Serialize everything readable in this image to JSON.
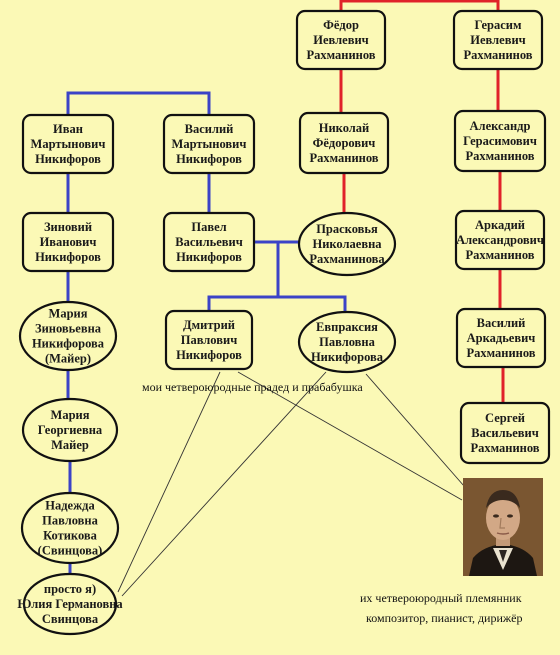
{
  "colors": {
    "background": "#fbf9b6",
    "node_fill": "#fbf9b6",
    "node_border": "#111111",
    "nikiforov_line": "#3b43c7",
    "rakhmaninov_line": "#e0222a",
    "pointer_line": "#333333"
  },
  "people": {
    "fedor": {
      "lines": [
        "Фёдор",
        "Иевлевич",
        "Рахманинов"
      ]
    },
    "gerasim": {
      "lines": [
        "Герасим",
        "Иевлевич",
        "Рахманинов"
      ]
    },
    "ivan": {
      "lines": [
        "Иван",
        "Мартынович",
        "Никифоров"
      ]
    },
    "vasily_m": {
      "lines": [
        "Василий",
        "Мартынович",
        "Никифоров"
      ]
    },
    "nikolai": {
      "lines": [
        "Николай",
        "Фёдорович",
        "Рахманинов"
      ]
    },
    "alexander": {
      "lines": [
        "Александр",
        "Герасимович",
        "Рахманинов"
      ]
    },
    "zinovy": {
      "lines": [
        "Зиновий",
        "Иванович",
        "Никифоров"
      ]
    },
    "pavel": {
      "lines": [
        "Павел",
        "Васильевич",
        "Никифоров"
      ]
    },
    "praskovya": {
      "lines": [
        "Прасковья",
        "Николаевна",
        "Рахманинова"
      ]
    },
    "arkady": {
      "lines": [
        "Аркадий",
        "Александрович",
        "Рахманинов"
      ]
    },
    "maria_z": {
      "lines": [
        "Мария",
        "Зиновьевна",
        "Никифорова",
        "(Майер)"
      ]
    },
    "dmitry": {
      "lines": [
        "Дмитрий",
        "Павлович",
        "Никифоров"
      ]
    },
    "evpraksia": {
      "lines": [
        "Евпраксия",
        "Павловна",
        "Никифорова"
      ]
    },
    "vasily_a": {
      "lines": [
        "Василий",
        "Аркадьевич",
        "Рахманинов"
      ]
    },
    "maria_g": {
      "lines": [
        "Мария",
        "Георгиевна",
        "Майер"
      ]
    },
    "sergei": {
      "lines": [
        "Сергей",
        "Васильевич",
        "Рахманинов"
      ]
    },
    "nadezhda": {
      "lines": [
        "Надежда",
        "Павловна",
        "Котикова",
        "(Свинцова)"
      ]
    },
    "yulia": {
      "lines": [
        "просто я)",
        "Юлия Германовна",
        "Свинцова"
      ]
    }
  },
  "captions": {
    "great_grandparents": "мои четвероюродные прадед и прабабушка",
    "nephew_line1": "их четвероюродный племянник",
    "nephew_line2": "композитор, пианист, дирижёр"
  },
  "portrait": {
    "subject": "composer-portrait"
  }
}
